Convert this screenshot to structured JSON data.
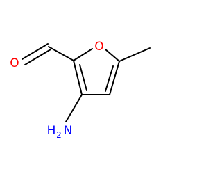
{
  "molecule": {
    "colors": {
      "bond": "#000000",
      "oxygen": "#ff0000",
      "nitrogen": "#0000ff"
    },
    "atoms": {
      "ring_oxygen": "O",
      "aldehyde_oxygen": "O",
      "amino_h": "H",
      "amino_h_count": "2",
      "amino_n": "N"
    }
  }
}
